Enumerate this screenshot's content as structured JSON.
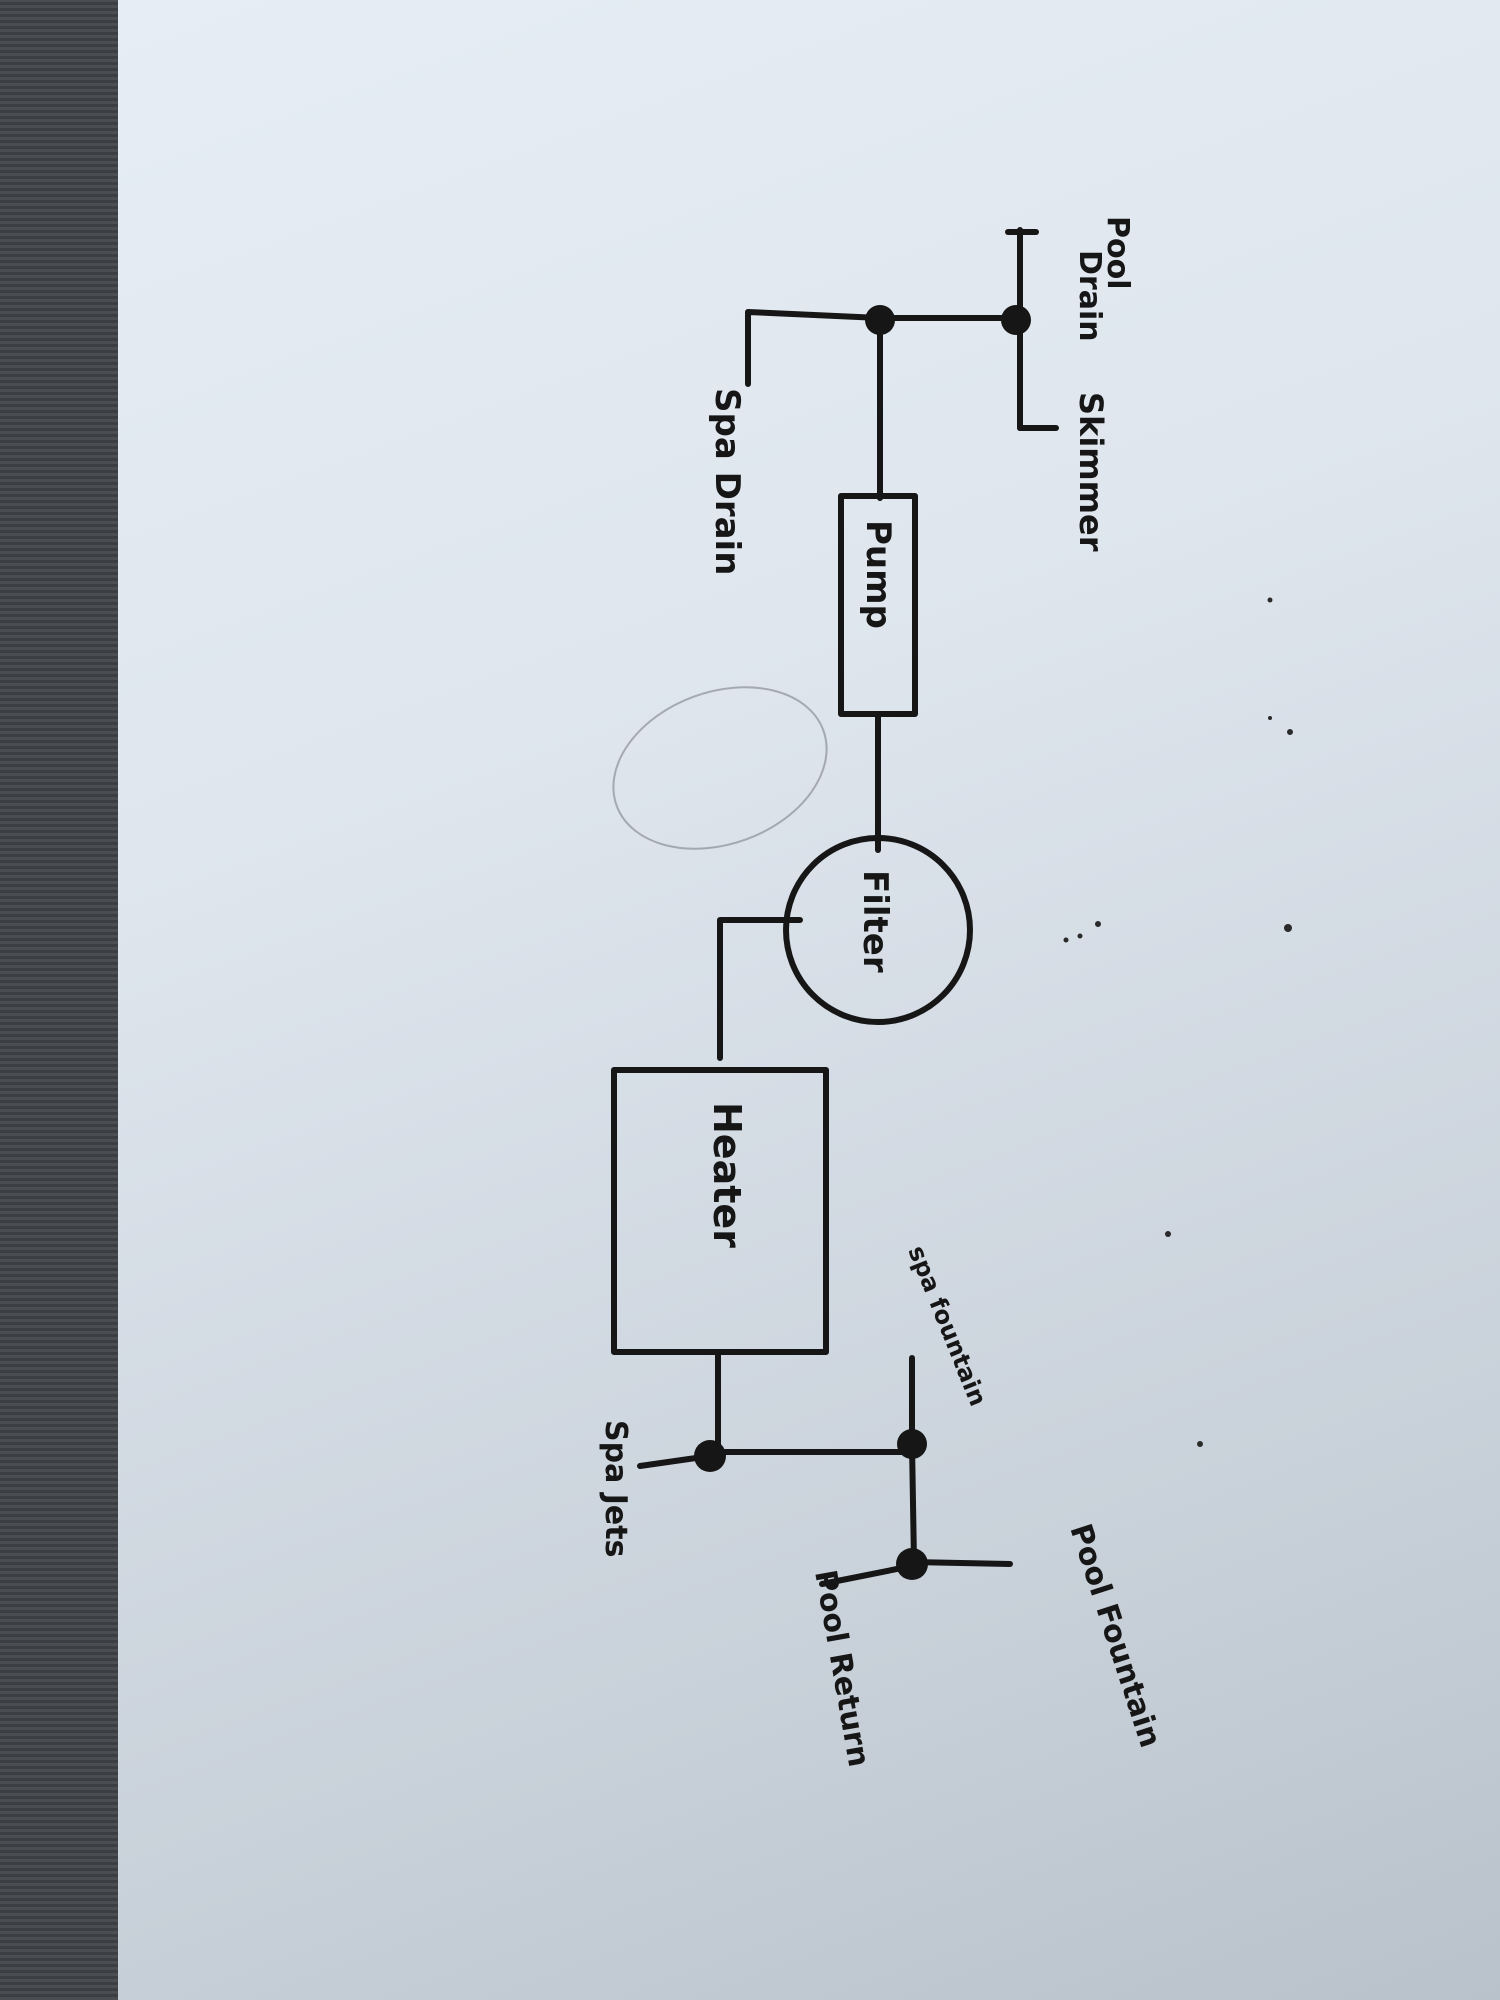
{
  "diagram": {
    "labels": {
      "pool_drain_1": "Pool",
      "pool_drain_2": "Drain",
      "skimmer": "Skimmer",
      "spa_drain": "Spa Drain",
      "pump": "Pump",
      "filter": "Filter",
      "heater": "Heater",
      "spa_fountain": "spa fountain",
      "pool_fountain": "Pool Fountain",
      "pool_return": "Pool Return",
      "spa_jets": "Spa Jets"
    }
  }
}
